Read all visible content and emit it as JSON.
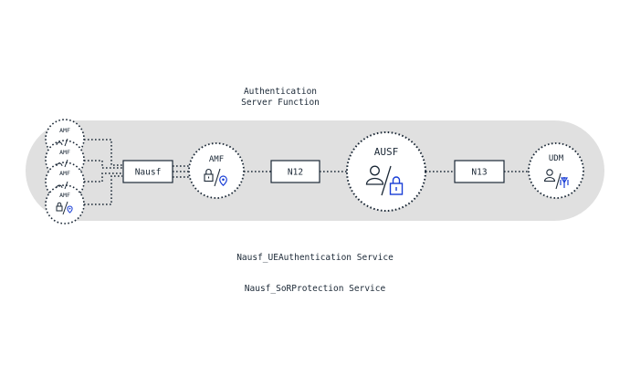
{
  "diagram": {
    "title_lines": [
      "Authentication",
      "Server Function"
    ],
    "stacked_amf_label": "AMF",
    "interfaces": {
      "nausf": "Nausf",
      "n12": "N12",
      "n13": "N13"
    },
    "nodes": {
      "amf": "AMF",
      "ausf": "AUSF",
      "udm": "UDM"
    },
    "services": [
      "Nausf_UEAuthentication Service",
      "Nausf_SoRProtection Service"
    ],
    "colors": {
      "band": "#e0e0e0",
      "ink": "#1b2836",
      "accent": "#1a3fd6"
    },
    "icons": [
      "lock-icon",
      "location-pin-icon",
      "user-icon",
      "antenna-icon"
    ]
  }
}
